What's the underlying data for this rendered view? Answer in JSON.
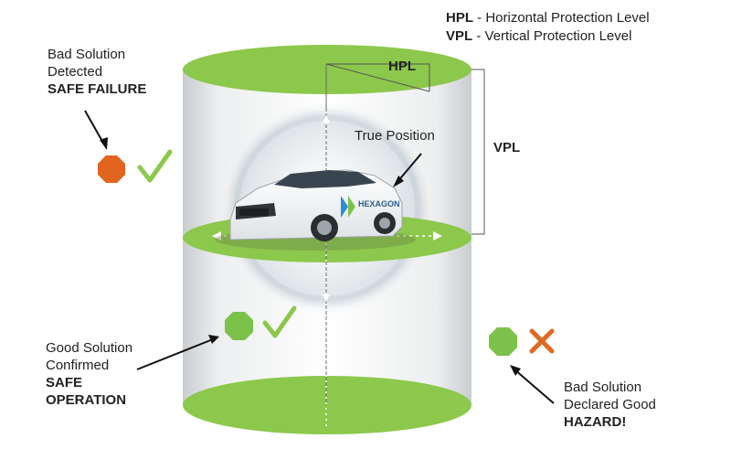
{
  "legend": {
    "hpl_abbr": "HPL",
    "hpl_desc": "- Horizontal Protection Level",
    "vpl_abbr": "VPL",
    "vpl_desc": "- Vertical Protection Level"
  },
  "labels": {
    "hpl": "HPL",
    "vpl": "VPL",
    "true_position": "True Position",
    "car_brand": "HEXAGON"
  },
  "annotations": {
    "safe_failure": {
      "line1": "Bad Solution",
      "line2": "Detected",
      "status": "SAFE FAILURE"
    },
    "safe_operation": {
      "line1": "Good Solution",
      "line2": "Confirmed",
      "status1": "SAFE",
      "status2": "OPERATION"
    },
    "hazard": {
      "line1": "Bad Solution",
      "line2": "Declared Good",
      "status": "HAZARD!"
    }
  },
  "colors": {
    "disc_green": "#8cc84b",
    "bad_orange": "#e2651f",
    "good_green": "#7cc24a",
    "check_green": "#8cc84b",
    "cross_orange": "#e06a22"
  },
  "icons": {
    "safe_failure": [
      "octagon-icon",
      "check-icon"
    ],
    "safe_operation": [
      "octagon-icon",
      "check-icon"
    ],
    "hazard": [
      "octagon-icon",
      "cross-icon"
    ]
  }
}
